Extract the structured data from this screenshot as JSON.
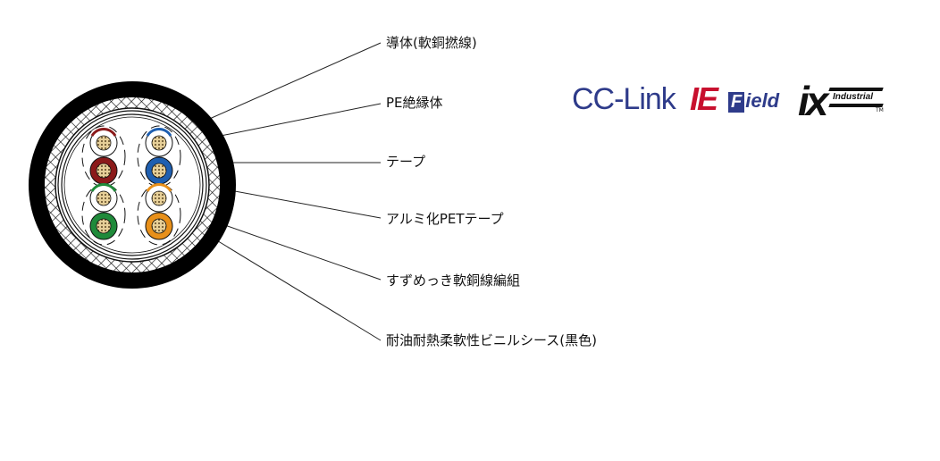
{
  "labels": [
    "導体(軟銅撚線)",
    "PE絶縁体",
    "テープ",
    "アルミ化PETテープ",
    "すずめっき軟銅線編組",
    "耐油耐熱柔軟性ビニルシース(黒色)"
  ],
  "logo": {
    "cc": "CC-Link",
    "ie": "IE",
    "field_initial": "F",
    "field_rest": "ield",
    "ix": "ix",
    "industrial": "Industrial",
    "tm": "TM"
  },
  "colors": {
    "sheath": "#000000",
    "pair_red": "#8b1a1a",
    "pair_blue": "#1f5fb0",
    "pair_green": "#1f8a3a",
    "pair_orange": "#e8901a",
    "conductor": "#d8c08a",
    "logo_blue": "#2e3b8a",
    "logo_red": "#c8102e"
  }
}
